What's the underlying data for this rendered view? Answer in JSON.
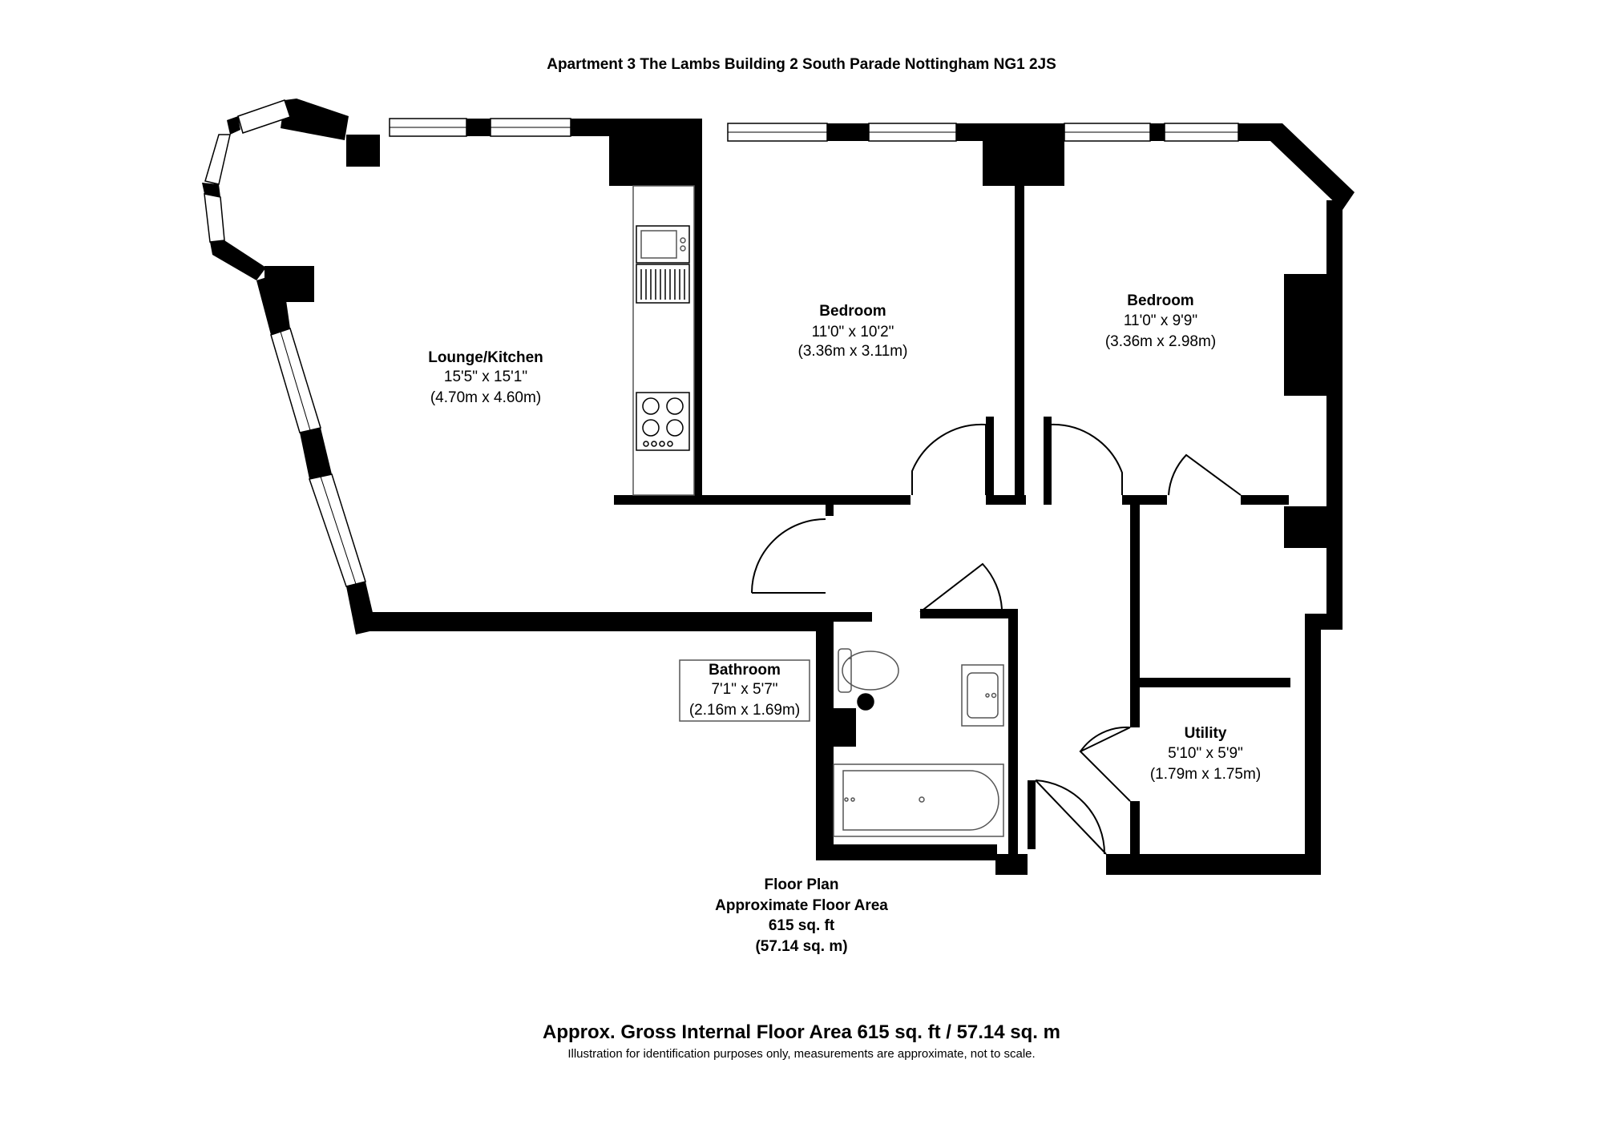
{
  "header": {
    "address": "Apartment 3 The Lambs Building 2 South Parade Nottingham NG1 2JS"
  },
  "rooms": {
    "lounge": {
      "name": "Lounge/Kitchen",
      "imperial": "15'5\" x 15'1\"",
      "metric": "(4.70m x 4.60m)"
    },
    "bedroom1": {
      "name": "Bedroom",
      "imperial": "11'0\" x 10'2\"",
      "metric": "(3.36m x 3.11m)"
    },
    "bedroom2": {
      "name": "Bedroom",
      "imperial": "11'0\" x 9'9\"",
      "metric": "(3.36m x 2.98m)"
    },
    "bathroom": {
      "name": "Bathroom",
      "imperial": "7'1\" x 5'7\"",
      "metric": "(2.16m x 1.69m)"
    },
    "utility": {
      "name": "Utility",
      "imperial": "5'10\" x 5'9\"",
      "metric": "(1.79m x 1.75m)"
    }
  },
  "floor_summary": {
    "line1": "Floor Plan",
    "line2": "Approximate Floor Area",
    "line3": "615 sq. ft",
    "line4": "(57.14 sq. m)"
  },
  "footer": {
    "gross_area": "Approx. Gross Internal Floor Area 615 sq. ft / 57.14 sq. m",
    "disclaimer": "Illustration for identification purposes only, measurements are approximate, not to scale."
  },
  "colors": {
    "wall": "#000000",
    "background": "#ffffff",
    "fixture_line": "#555555"
  }
}
